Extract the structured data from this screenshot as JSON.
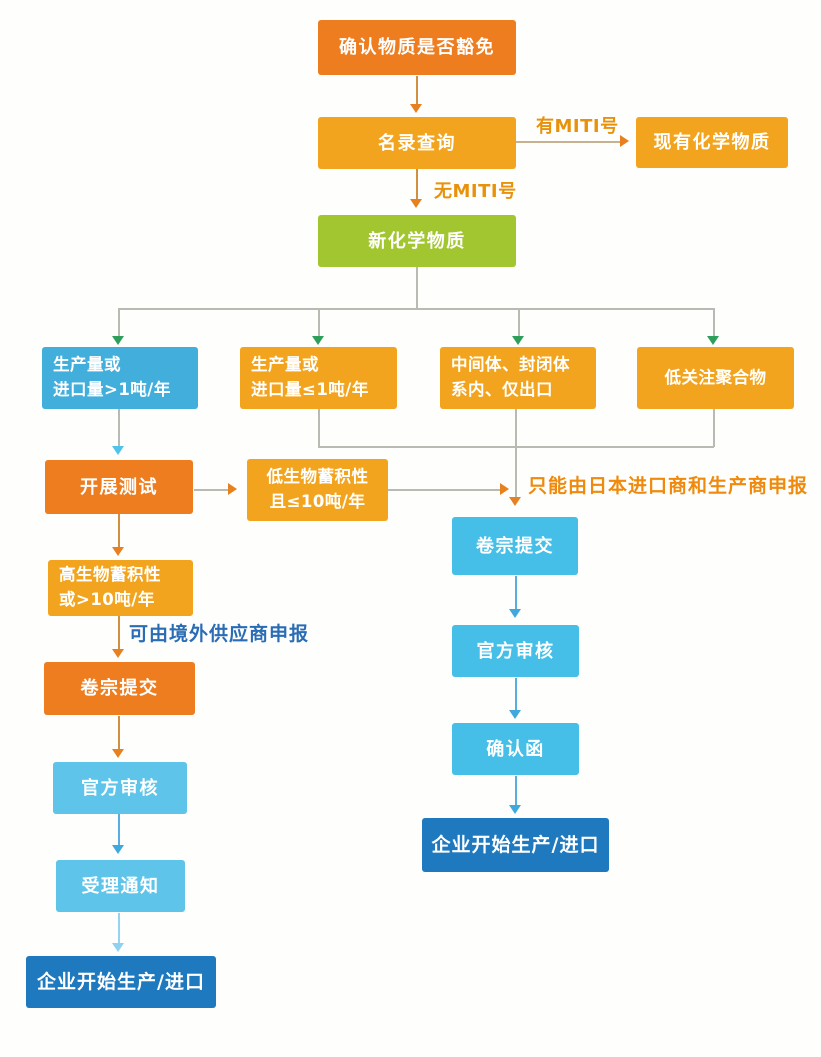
{
  "colors": {
    "dark_orange": "#ED7D1F",
    "orange": "#F3A41E",
    "green": "#A2C62F",
    "blue": "#41AEDC",
    "light_blue": "#45BEE8",
    "dark_blue": "#1E79BE",
    "connector_gray": "#B8BBB2",
    "arrow_green": "#2E9E5B",
    "note_blue": "#2A6DB5",
    "note_orange": "#EF8A0D"
  },
  "flow": {
    "confirm_exempt": "确认物质是否豁免",
    "catalog_query": "名录查询",
    "existing_chemical": "现有化学物质",
    "new_chemical": "新化学物质",
    "branch_gt1t": "生产量或\n进口量>1吨/年",
    "branch_le1t": "生产量或\n进口量≤1吨/年",
    "branch_intermediate": "中间体、封闭体\n系内、仅出口",
    "branch_low_concern_polymer": "低关注聚合物",
    "start_test": "开展测试",
    "low_bioaccumulation": "低生物蓄积性\n且≤10吨/年",
    "high_bioaccumulation": "高生物蓄积性\n或>10吨/年",
    "dossier_left": "卷宗提交",
    "official_review_left": "官方审核",
    "acceptance_notice": "受理通知",
    "start_production_left": "企业开始生产/进口",
    "dossier_right": "卷宗提交",
    "official_review_right": "官方审核",
    "confirmation_letter": "确认函",
    "start_production_right": "企业开始生产/进口"
  },
  "edge_labels": {
    "has_miti": "有MITI号",
    "no_miti": "无MITI号",
    "overseas_supplier_note": "可由境外供应商申报",
    "japan_only_note": "只能由日本进口商和生产商申报"
  }
}
